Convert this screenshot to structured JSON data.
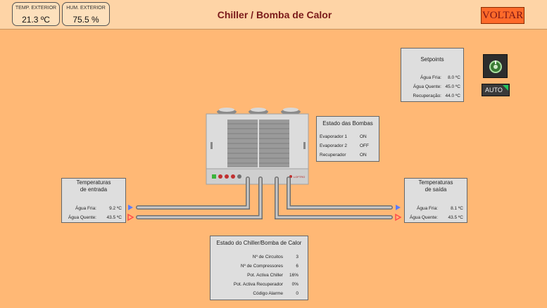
{
  "header": {
    "temp_label": "TEMP. EXTERIOR",
    "temp_value": "21.3 ºC",
    "hum_label": "HUM. EXTERIOR",
    "hum_value": "75.5 %",
    "title": "Chiller / Bomba de Calor",
    "back_label": "VOLTAR"
  },
  "setpoints": {
    "title": "Setpoints",
    "rows": [
      {
        "label": "Água Fria:",
        "value": "8.0 ºC"
      },
      {
        "label": "Água Quente:",
        "value": "45.0 ºC"
      },
      {
        "label": "Recuperação:",
        "value": "44.0 ºC"
      }
    ]
  },
  "controls": {
    "auto_label": "AUTO"
  },
  "pumps": {
    "title": "Estado das Bombas",
    "rows": [
      {
        "label": "Evaporador 1",
        "value": "ON"
      },
      {
        "label": "Evaporador 2",
        "value": "OFF"
      },
      {
        "label": "Recuperador",
        "value": "ON"
      }
    ]
  },
  "inlet": {
    "title_line1": "Temperaturas",
    "title_line2": "de entrada",
    "rows": [
      {
        "label": "Água Fria:",
        "value": "9.2 ºC"
      },
      {
        "label": "Água Quente:",
        "value": "43.5 ºC"
      }
    ]
  },
  "outlet": {
    "title_line1": "Temperaturas",
    "title_line2": "de saída",
    "rows": [
      {
        "label": "Água Fria:",
        "value": "8.1 ºC"
      },
      {
        "label": "Água Quente:",
        "value": "43.5 ºC"
      }
    ]
  },
  "chiller_status": {
    "title": "Estado do Chiller/Bomba de Calor",
    "rows": [
      {
        "label": "Nº de Circuitos",
        "value": "3"
      },
      {
        "label": "Nº de Compressores",
        "value": "6"
      },
      {
        "label": "Pot. Activa Chiller",
        "value": "16%"
      },
      {
        "label": "Pot. Activa Recuperador",
        "value": "0%"
      },
      {
        "label": "Código Alarme",
        "value": "0"
      }
    ]
  },
  "unit": {
    "brand": "LOFTRO"
  },
  "colors": {
    "background": "#ffb875",
    "header": "#fed4a6",
    "title": "#7a1a1a",
    "cold_arrow": "#5b7cff",
    "hot_arrow": "#ff4b4b",
    "auto_indicator": "#22c55e"
  }
}
